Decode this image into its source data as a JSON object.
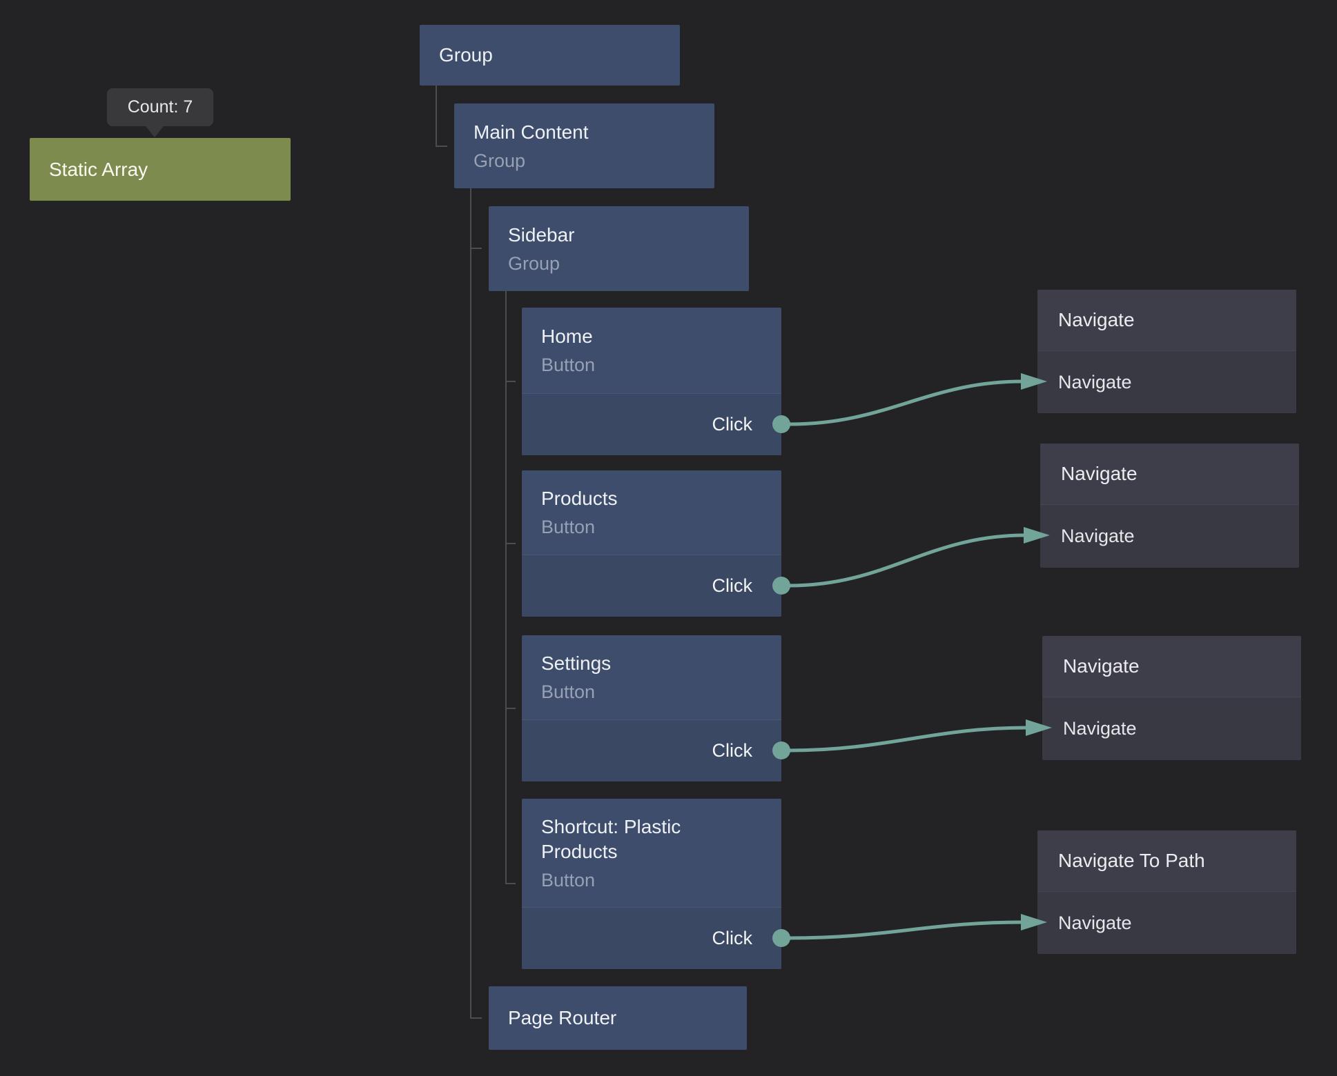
{
  "colors": {
    "background": "#232325",
    "node_blue": "#3e4d6c",
    "node_blue_dark": "#3a4864",
    "node_gray_header": "#3e3e4a",
    "node_gray_body": "#393944",
    "node_green": "#7d8c4e",
    "wire": "#72a49a",
    "tree_line": "#4d4d4d",
    "tooltip_bg": "#39393b",
    "title_text": "#eef1f5",
    "subtitle_text": "#97a1b4"
  },
  "tooltip": {
    "text": "Count: 7"
  },
  "nodes": {
    "static_array": {
      "title": "Static Array"
    },
    "group": {
      "title": "Group"
    },
    "main_content": {
      "title": "Main Content",
      "type": "Group"
    },
    "sidebar": {
      "title": "Sidebar",
      "type": "Group"
    },
    "home": {
      "title": "Home",
      "type": "Button",
      "output": "Click"
    },
    "products": {
      "title": "Products",
      "type": "Button",
      "output": "Click"
    },
    "settings": {
      "title": "Settings",
      "type": "Button",
      "output": "Click"
    },
    "shortcut": {
      "title": "Shortcut: Plastic Products",
      "type": "Button",
      "output": "Click"
    },
    "page_router": {
      "title": "Page Router"
    },
    "navigate_1": {
      "title": "Navigate",
      "input": "Navigate"
    },
    "navigate_2": {
      "title": "Navigate",
      "input": "Navigate"
    },
    "navigate_3": {
      "title": "Navigate",
      "input": "Navigate"
    },
    "navigate_to_path": {
      "title": "Navigate To Path",
      "input": "Navigate"
    }
  }
}
